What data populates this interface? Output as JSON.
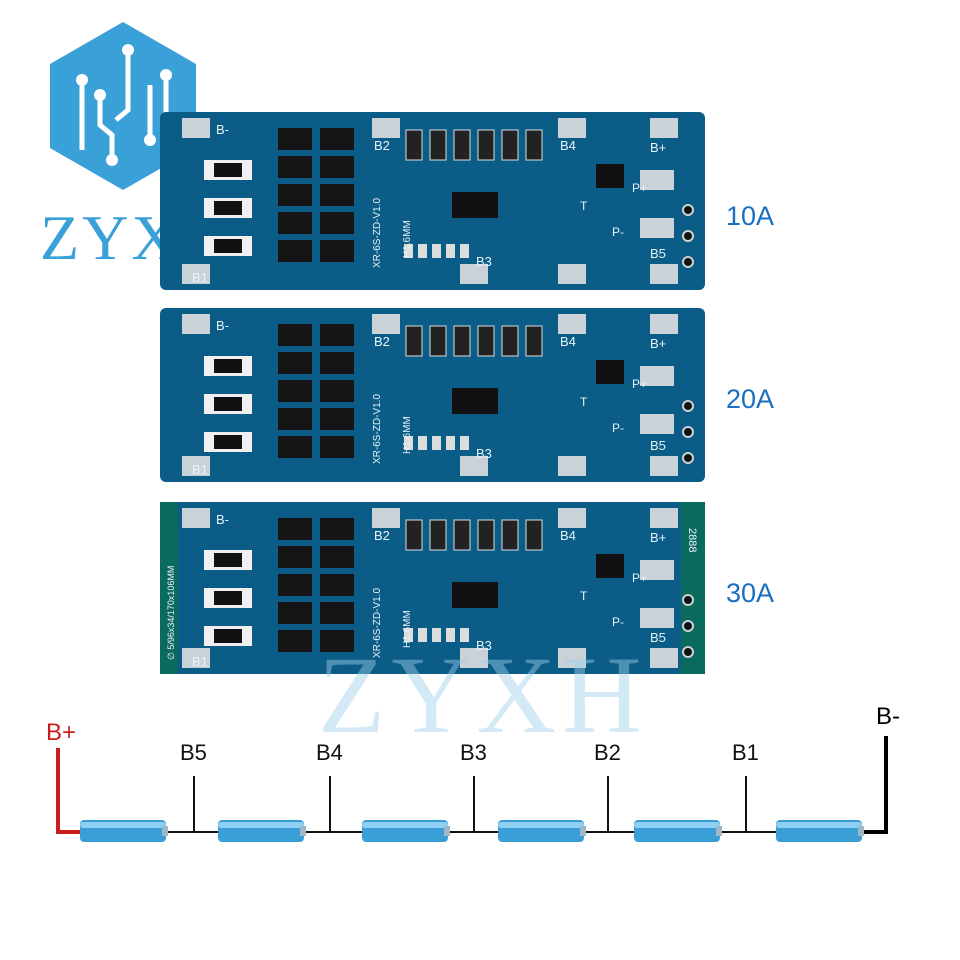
{
  "brand": {
    "logo_text": "ZYXH",
    "watermark_text": "ZYXH"
  },
  "colors": {
    "pcb": "#0b5c86",
    "pcb_dark": "#094a6c",
    "pcb_edge": "#0b6a5e",
    "pad": "#c9d2d6",
    "cell": "#3a9fd6",
    "positive": "#c81e1e",
    "negative": "#000000",
    "rating": "#1a6fc0"
  },
  "boards": [
    {
      "rating": "10A",
      "silk": {
        "bminus": "B-",
        "b1": "B1",
        "b2": "B2",
        "b3": "B3",
        "b4": "B4",
        "b5": "B5",
        "bplus": "B+",
        "pplus": "P+",
        "pminus": "P-",
        "t": "T",
        "model": "XR-6S-ZD-V1.0",
        "thickness": "H1.6MM"
      }
    },
    {
      "rating": "20A",
      "silk": {
        "bminus": "B-",
        "b1": "B1",
        "b2": "B2",
        "b3": "B3",
        "b4": "B4",
        "b5": "B5",
        "bplus": "B+",
        "pplus": "P+",
        "pminus": "P-",
        "t": "T",
        "model": "XR-6S-ZD-V1.0",
        "thickness": "H1.6MM"
      }
    },
    {
      "rating": "30A",
      "silk": {
        "bminus": "B-",
        "b1": "B1",
        "b2": "B2",
        "b3": "B3",
        "b4": "B4",
        "b5": "B5",
        "bplus": "B+",
        "pplus": "P+",
        "pminus": "P-",
        "t": "T",
        "model": "XR-6S-ZD-V1.0",
        "thickness": "H1.6MM",
        "dims": "∅ 5/96x34/170x106MM",
        "code": "2888"
      }
    }
  ],
  "wiring": {
    "b_plus": "B+",
    "b_minus": "B-",
    "taps": [
      "B5",
      "B4",
      "B3",
      "B2",
      "B1"
    ],
    "cell_count": 6
  }
}
